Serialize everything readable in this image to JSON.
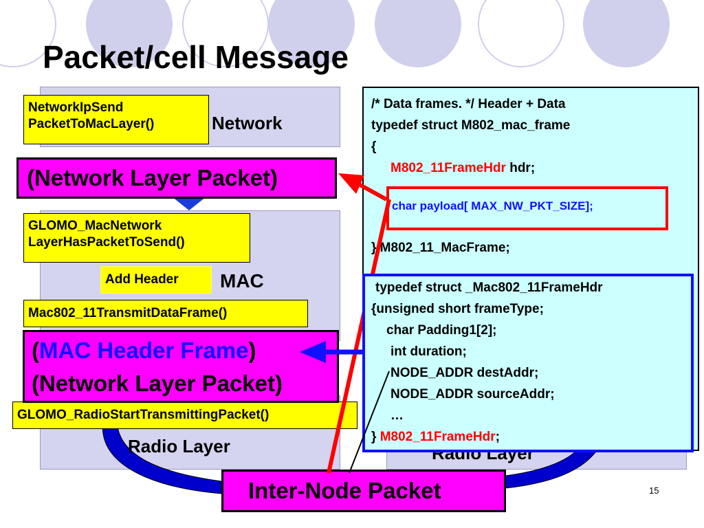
{
  "title": "Packet/cell Message",
  "page_number": "15",
  "layers": {
    "network": "Network",
    "mac": "MAC",
    "radio_left": "Radio Layer",
    "radio_right": "Radio Layer"
  },
  "functions": {
    "network_send_1": "NetworkIpSend",
    "network_send_2": "PacketToMacLayer()",
    "mac_network_1": "GLOMO_MacNetwork",
    "mac_network_2": "LayerHasPacketToSend()",
    "add_header": "Add Header",
    "transmit_data": "Mac802_11TransmitDataFrame()",
    "radio_start": "GLOMO_RadioStartTransmittingPacket()"
  },
  "packets": {
    "network_layer_packet": "(Network Layer Packet)",
    "mac_open": "(",
    "mac_header_frame": "MAC Header Frame",
    "mac_close": ")",
    "mac_network_layer_packet": "(Network Layer Packet)",
    "inter_node": "Inter-Node Packet"
  },
  "code_mac_frame": {
    "line1": "/* Data frames. */ Header + Data",
    "line2": "typedef struct M802_mac_frame",
    "line3": "{",
    "line4_type": "M802_11FrameHdr",
    "line4_rest": " hdr;",
    "line5": "char payload[ MAX_NW_PKT_SIZE];",
    "line6": "} M802_11_MacFrame;"
  },
  "code_frame_hdr": {
    "line1": "typedef struct _Mac802_11FrameHdr",
    "line2": "{unsigned short frameType;",
    "line3": "char Padding1[2];",
    "line4": "int duration;",
    "line5": "NODE_ADDR destAddr;",
    "line6": "NODE_ADDR sourceAddr;",
    "line7": "…",
    "line8_open": "} ",
    "line8_type": "M802_11FrameHdr",
    "line8_close": ";"
  },
  "colors": {
    "background": "#ffffff",
    "layer_fill": "#d4d4f0",
    "yellow": "#ffff00",
    "magenta": "#ff00ff",
    "cyan_panel": "#ccffff",
    "red": "#ff0000",
    "blue": "#1010ff",
    "arc_blue": "#0000cc"
  }
}
